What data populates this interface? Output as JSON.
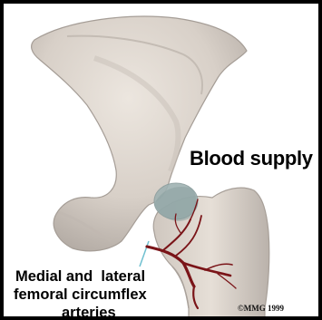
{
  "figure": {
    "title": "Blood supply",
    "caption_lines": [
      "Medial and  lateral",
      "femoral circumflex",
      "arteries"
    ],
    "copyright": "©MMG 1999"
  },
  "colors": {
    "frame": "#000000",
    "background": "#ffffff",
    "bone_light": "#e4dcd4",
    "bone_shadow": "#b5ada6",
    "cartilage": "#8fa7a7",
    "artery": "#7a1418",
    "leader_line": "#6fc0d0"
  }
}
